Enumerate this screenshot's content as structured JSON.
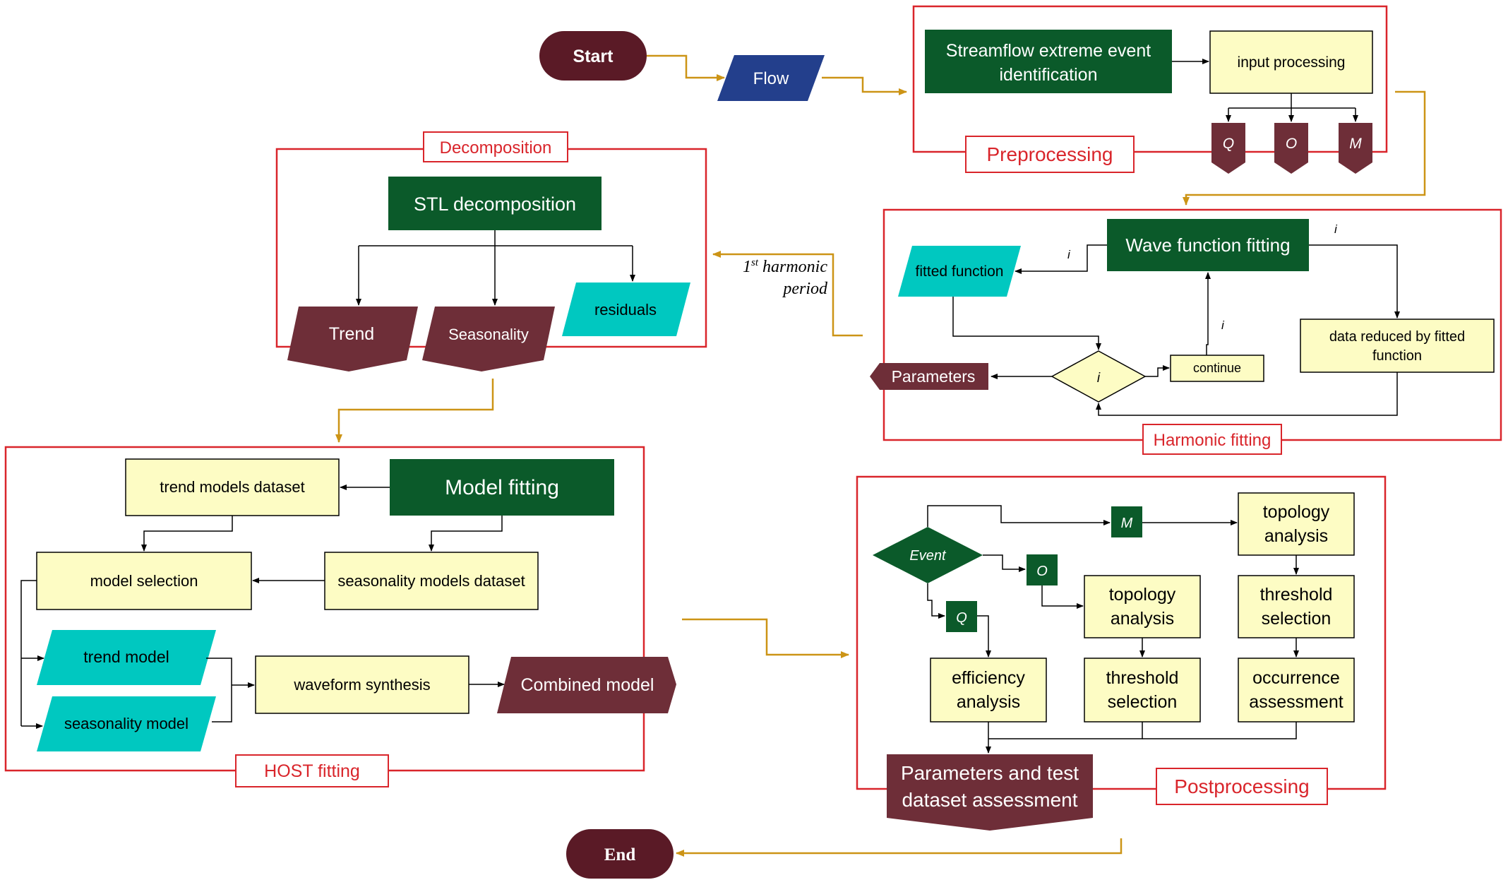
{
  "terminals": {
    "start": "Start",
    "end": "End"
  },
  "io": {
    "flow": "Flow"
  },
  "section_labels": {
    "preprocessing": "Preprocessing",
    "decomposition": "Decomposition",
    "harmonic_fitting": "Harmonic fitting",
    "host_fitting": "HOST fitting",
    "postprocessing": "Postprocessing"
  },
  "preprocessing": {
    "identification_line1": "Streamflow extreme event",
    "identification_line2": "identification",
    "input_processing": "input processing",
    "q": "Q",
    "o": "O",
    "m": "M"
  },
  "decomposition": {
    "stl": "STL decomposition",
    "trend": "Trend",
    "seasonality": "Seasonality",
    "residuals": "residuals"
  },
  "harmonic": {
    "annotation_line1": "1",
    "annotation_sup": "st",
    "annotation_line1_rest": " harmonic",
    "annotation_line2": "period",
    "wave": "Wave function fitting",
    "fitted": "fitted function",
    "parameters": "Parameters",
    "decision": "i",
    "continue": "continue",
    "reduced_line1": "data reduced by fitted",
    "reduced_line2": "function",
    "label_i1": "i",
    "label_i2": "i",
    "label_i3": "i"
  },
  "host": {
    "model_fitting": "Model fitting",
    "trend_dataset": "trend models dataset",
    "model_selection": "model selection",
    "seasonality_dataset": "seasonality models dataset",
    "trend_model": "trend model",
    "seasonality_model": "seasonality model",
    "waveform": "waveform synthesis",
    "combined": "Combined model"
  },
  "post": {
    "event": "Event",
    "m": "M",
    "o": "O",
    "q": "Q",
    "topology_m_line1": "topology",
    "topology_m_line2": "analysis",
    "threshold_m_line1": "threshold",
    "threshold_m_line2": "selection",
    "occurrence_line1": "occurrence",
    "occurrence_line2": "assessment",
    "topology_o_line1": "topology",
    "topology_o_line2": "analysis",
    "threshold_o_line1": "threshold",
    "threshold_o_line2": "selection",
    "efficiency_line1": "efficiency",
    "efficiency_line2": "analysis",
    "params_line1": "Parameters and test",
    "params_line2": "dataset assessment"
  },
  "colors": {
    "dark_green": "#0b5a2a",
    "maroon": "#6e2e38",
    "dark_maroon": "#5a1a26",
    "cyan": "#00c8c0",
    "light_yellow": "#fdfcc4",
    "navy": "#233f8c",
    "red_border": "#d9252b",
    "gold": "#cc9416"
  }
}
